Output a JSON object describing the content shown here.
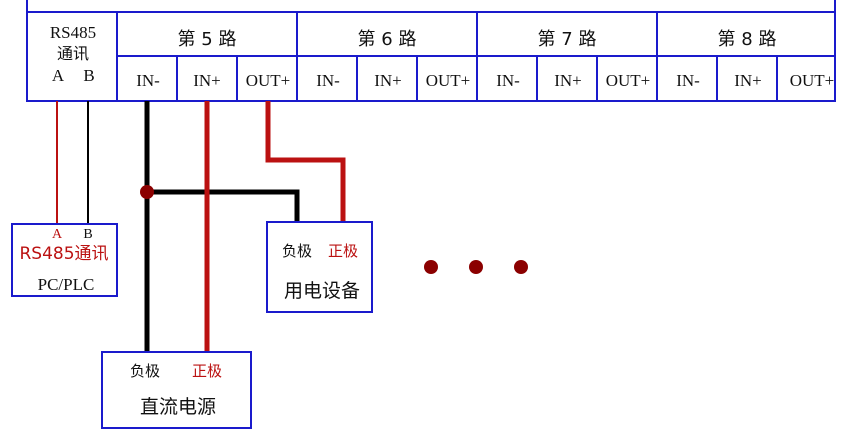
{
  "colors": {
    "box_border": "#1a1acc",
    "text": "#111111",
    "red": "#bb1111",
    "dark_red": "#8b0000",
    "black": "#000000"
  },
  "terminal": {
    "rs485_title": "RS485",
    "rs485_sub": "通讯",
    "rs485_a": "A",
    "rs485_b": "B",
    "channels": [
      {
        "title": "第 5 路",
        "pins": [
          "IN-",
          "IN+",
          "OUT+"
        ]
      },
      {
        "title": "第 6 路",
        "pins": [
          "IN-",
          "IN+",
          "OUT+"
        ]
      },
      {
        "title": "第 7 路",
        "pins": [
          "IN-",
          "IN+",
          "OUT+"
        ]
      },
      {
        "title": "第 8 路",
        "pins": [
          "IN-",
          "IN+",
          "OUT+"
        ]
      }
    ]
  },
  "pc_box": {
    "a": "A",
    "b": "B",
    "rs485": "RS485通讯",
    "name": "PC/PLC"
  },
  "device_box": {
    "neg": "负极",
    "pos": "正极",
    "name": "用电设备"
  },
  "power_box": {
    "neg": "负极",
    "pos": "正极",
    "name": "直流电源"
  }
}
